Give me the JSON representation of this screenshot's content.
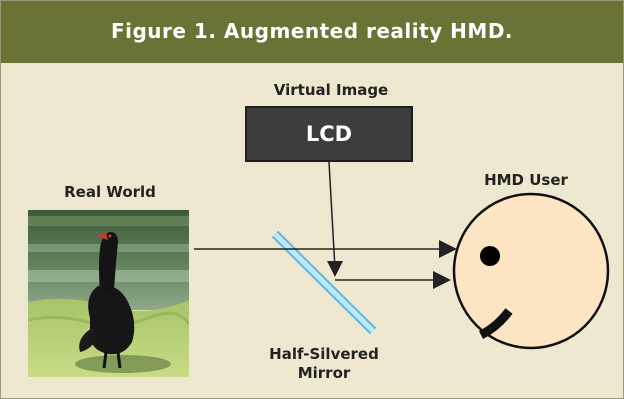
{
  "figure": {
    "title": "Figure 1. Augmented reality HMD."
  },
  "labels": {
    "virtual_image": "Virtual Image",
    "lcd": "LCD",
    "real_world": "Real World",
    "hmd_user": "HMD User",
    "mirror_line1": "Half-Silvered",
    "mirror_line2": "Mirror"
  },
  "colors": {
    "banner": "#6b7235",
    "background": "#efe8d1",
    "lcd_fill": "#3d3d3b",
    "head_fill": "#fde4c3",
    "mirror": "#8fd3ef"
  },
  "icons": {
    "real_world_image": "black-swan-photo",
    "user_head": "hmd-user-head"
  }
}
